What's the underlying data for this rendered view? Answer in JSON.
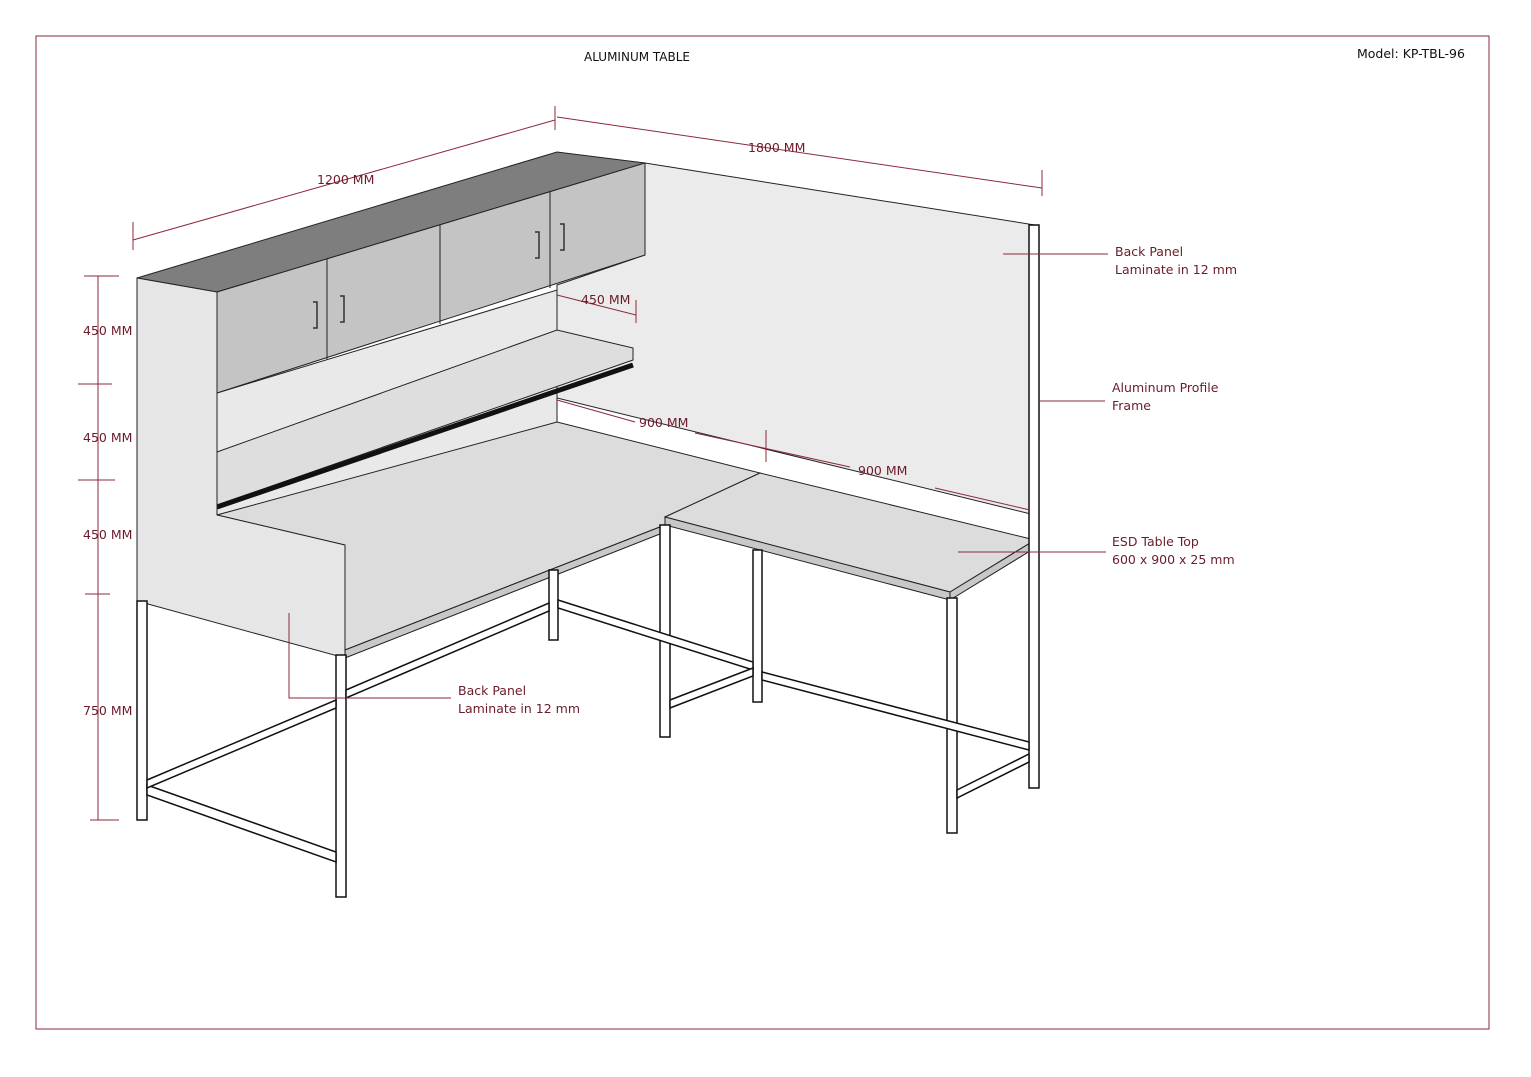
{
  "title": "ALUMINUM TABLE",
  "model": "Model: KP-TBL-96",
  "dimensions": {
    "width_left": "1200 MM",
    "width_back": "1800 MM",
    "shelf_depth": "450 MM",
    "depth_a": "900 MM",
    "depth_b": "900 MM",
    "heights": [
      "450 MM",
      "450 MM",
      "450 MM",
      "750 MM"
    ]
  },
  "callouts": {
    "back_panel_right": {
      "line1": "Back Panel",
      "line2": "Laminate in 12 mm"
    },
    "profile_frame": {
      "line1": "Aluminum Profile",
      "line2": "Frame"
    },
    "table_top": {
      "line1": "ESD Table Top",
      "line2": "600 x 900 x 25 mm"
    },
    "back_panel_left": {
      "line1": "Back Panel",
      "line2": "Laminate in 12 mm"
    }
  },
  "colors": {
    "border": "#8b2a3a",
    "dimension": "#8b2a3a",
    "text": "#6b1c2a"
  }
}
